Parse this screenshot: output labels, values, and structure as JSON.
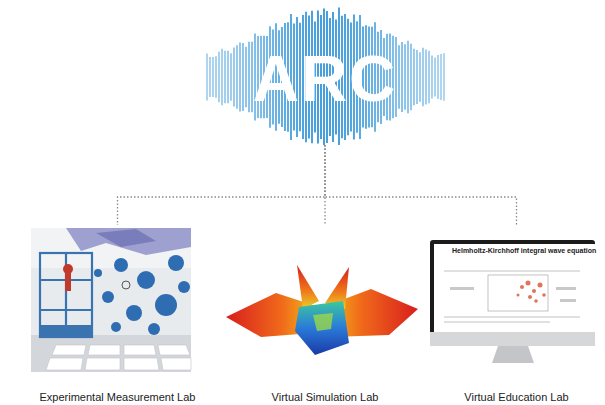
{
  "diagram": {
    "nodes": [
      {
        "text": [
          "ARC"
        ]
      },
      {
        "text": [
          "Experimental Measurement Lab"
        ]
      },
      {
        "text": [
          "Virtual Simulation Lab"
        ]
      },
      {
        "text": [
          "Virtual Education Lab"
        ]
      }
    ],
    "edges": [
      {
        "from": 0,
        "to": 1,
        "arrow": "none"
      },
      {
        "from": 0,
        "to": 2,
        "arrow": "none"
      },
      {
        "from": 0,
        "to": 3,
        "arrow": "none"
      }
    ],
    "labels": [
      "Helmholtz-Kirchhoff integral wave equation"
    ]
  }
}
